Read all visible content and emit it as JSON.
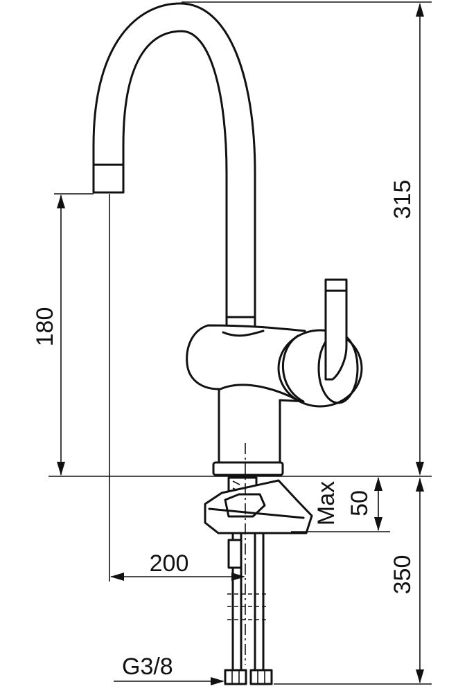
{
  "dimensions": {
    "total_height": "315",
    "spout_height": "180",
    "max_deck_thickness_prefix": "Max",
    "max_deck_thickness": "50",
    "spout_reach": "200",
    "hose_length": "350",
    "connection_thread": "G3/8"
  }
}
